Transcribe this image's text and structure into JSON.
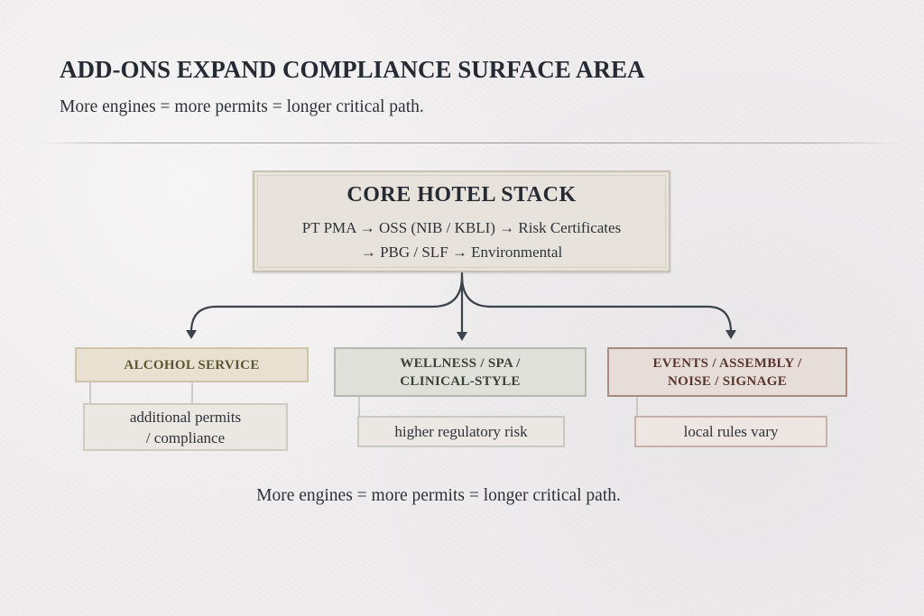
{
  "header": {
    "title": "ADD-ONS EXPAND COMPLIANCE SURFACE AREA",
    "subtitle": "More engines = more permits = longer critical path."
  },
  "core": {
    "title": "CORE HOTEL STACK",
    "line1": "PT PMA → OSS (NIB / KBLI) → Risk Certificates",
    "line2": "→ PBG / SLF → Environmental"
  },
  "branches": [
    {
      "head_lines": [
        "ALCOHOL SERVICE"
      ],
      "note_lines": [
        "additional permits",
        "/ compliance"
      ],
      "color": "#5d5430"
    },
    {
      "head_lines": [
        "WELLNESS / SPA /",
        "CLINICAL-STYLE"
      ],
      "note_lines": [
        "higher regulatory risk"
      ],
      "color": "#3b4038"
    },
    {
      "head_lines": [
        "EVENTS / ASSEMBLY /",
        "NOISE / SIGNAGE"
      ],
      "note_lines": [
        "local rules vary"
      ],
      "color": "#5a3630"
    }
  ],
  "footer": {
    "text": "More engines = more permits = longer critical path."
  },
  "colors": {
    "background": "#efedee",
    "arrow": "#3c434b",
    "text": "#262a33"
  }
}
